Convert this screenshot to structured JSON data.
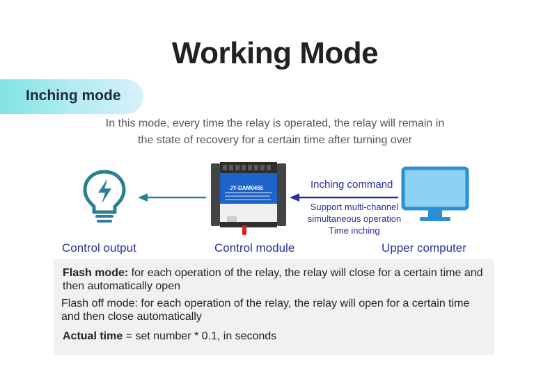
{
  "title": "Working Mode",
  "mode_pill": "Inching mode",
  "description": {
    "line1": "In this mode, every time the relay is operated, the relay will remain in",
    "line2": "the state of recovery for a certain time after turning over"
  },
  "captions": {
    "control_output": "Control output",
    "control_module": "Control module",
    "upper_computer": "Upper computer"
  },
  "command": {
    "label": "Inching command",
    "line1": "Support multi-channel",
    "line2": "simultaneous operation",
    "line3": "Time inching"
  },
  "module_label": "JY-DAM0455",
  "notes": {
    "flash_label": "Flash mode:",
    "flash_text": " for each operation of the relay, the relay will close for a certain time and then automatically open",
    "flash_off_label": "Flash off mode:",
    "flash_off_text": " for each operation of the relay, the relay will open for a certain time and then close automatically",
    "actual_label": "Actual time",
    "actual_text": " = set number * 0.1, in seconds"
  },
  "colors": {
    "accent": "#2b2f9a",
    "icon_teal": "#2a7f95",
    "monitor_blue": "#2a8fd6",
    "pill_start": "#7fe3e3",
    "module_blue": "#1e63c9"
  }
}
